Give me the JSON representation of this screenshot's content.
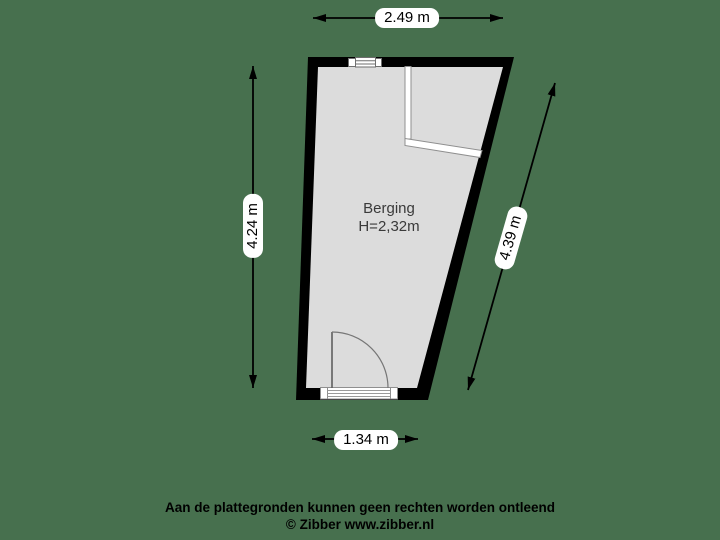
{
  "canvas": {
    "background_color": "#47704e"
  },
  "plan": {
    "room": {
      "name": "Berging",
      "height_label": "H=2,32m",
      "floor_color": "#dcdcdc",
      "wall_color": "#000000",
      "label_color": "#3a3a3a"
    },
    "dimensions": {
      "top": "2.49 m",
      "left": "4.24 m",
      "right": "4.39 m",
      "bottom": "1.34 m"
    },
    "symbols": [
      "door-swing",
      "door-threshold",
      "window-vent",
      "interior-partition"
    ]
  },
  "footer": {
    "disclaimer": "Aan de plattegronden kunnen geen rechten worden ontleend",
    "copyright": "© Zibber www.zibber.nl"
  }
}
